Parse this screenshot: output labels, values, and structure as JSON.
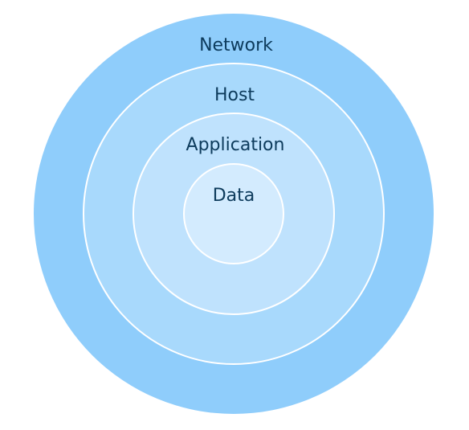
{
  "diagram": {
    "layers": [
      {
        "label": "Network",
        "color": "#8fcdfb"
      },
      {
        "label": "Host",
        "color": "#a8d9fc"
      },
      {
        "label": "Application",
        "color": "#bfe2fd"
      },
      {
        "label": "Data",
        "color": "#d3ebfe"
      }
    ],
    "ring_border_color": "#ffffff",
    "label_color": "#0d3b5c"
  }
}
